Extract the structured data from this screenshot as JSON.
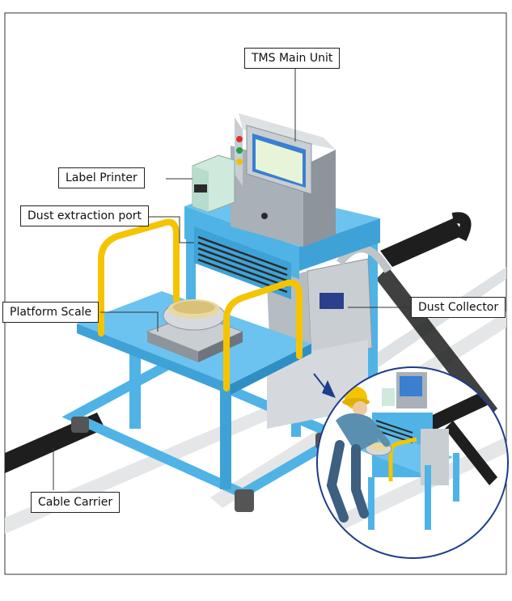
{
  "labels": {
    "tms_main_unit": "TMS Main Unit",
    "label_printer": "Label Printer",
    "dust_extraction_port": "Dust extraction port",
    "platform_scale": "Platform Scale",
    "dust_collector": "Dust Collector",
    "cable_carrier": "Cable Carrier"
  },
  "colors": {
    "cart_blue": "#4fb3e6",
    "cart_blue_dark": "#2f8fc4",
    "rail_yellow": "#f5c400",
    "steel": "#c9ced3",
    "steel_dark": "#8d949b",
    "track": "#222222",
    "screen": "#3a7fd0"
  },
  "icons": [
    "worker-figure",
    "inset-circle-view"
  ]
}
